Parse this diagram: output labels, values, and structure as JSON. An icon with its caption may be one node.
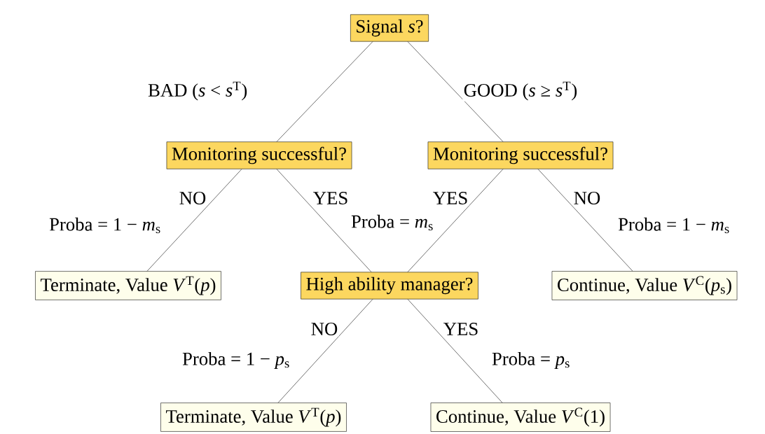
{
  "diagram": {
    "nodes": [
      {
        "text": [
          "Signal *s*?"
        ]
      },
      {
        "text": [
          "Monitoring successful?"
        ]
      },
      {
        "text": [
          "Monitoring successful?"
        ]
      },
      {
        "text": [
          "Terminate, Value *V*$^{T}$(*p*)"
        ]
      },
      {
        "text": [
          "High ability manager?"
        ]
      },
      {
        "text": [
          "Continue, Value *V*$^{C}$(*p*$_{s}$)"
        ]
      },
      {
        "text": [
          "Terminate, Value *V*$^{T}$(*p*)"
        ]
      },
      {
        "text": [
          "Continue, Value *V*$^{C}$(1)"
        ]
      }
    ],
    "edges": [
      {
        "from": 0,
        "to": 1,
        "arrow": "none",
        "label": "BAD (*s* < *s*$^{T}$)"
      },
      {
        "from": 0,
        "to": 2,
        "arrow": "none",
        "label": "GOOD (*s* ≥ *s*$^{T}$)"
      },
      {
        "from": 1,
        "to": 3,
        "arrow": "none",
        "label": "NO"
      },
      {
        "from": 1,
        "to": 4,
        "arrow": "none",
        "label": "YES"
      },
      {
        "from": 2,
        "to": 4,
        "arrow": "none",
        "label": "YES"
      },
      {
        "from": 2,
        "to": 5,
        "arrow": "none",
        "label": "NO"
      },
      {
        "from": 4,
        "to": 6,
        "arrow": "none",
        "label": "NO"
      },
      {
        "from": 4,
        "to": 7,
        "arrow": "none",
        "label": "YES"
      }
    ],
    "labels": [
      "Proba = 1 − *m*$_{s}$",
      "Proba = *m*$_{s}$",
      "Proba = 1 − *m*$_{s}$",
      "Proba = 1 − *p*$_{s}$",
      "Proba = *p*$_{s}$"
    ]
  }
}
